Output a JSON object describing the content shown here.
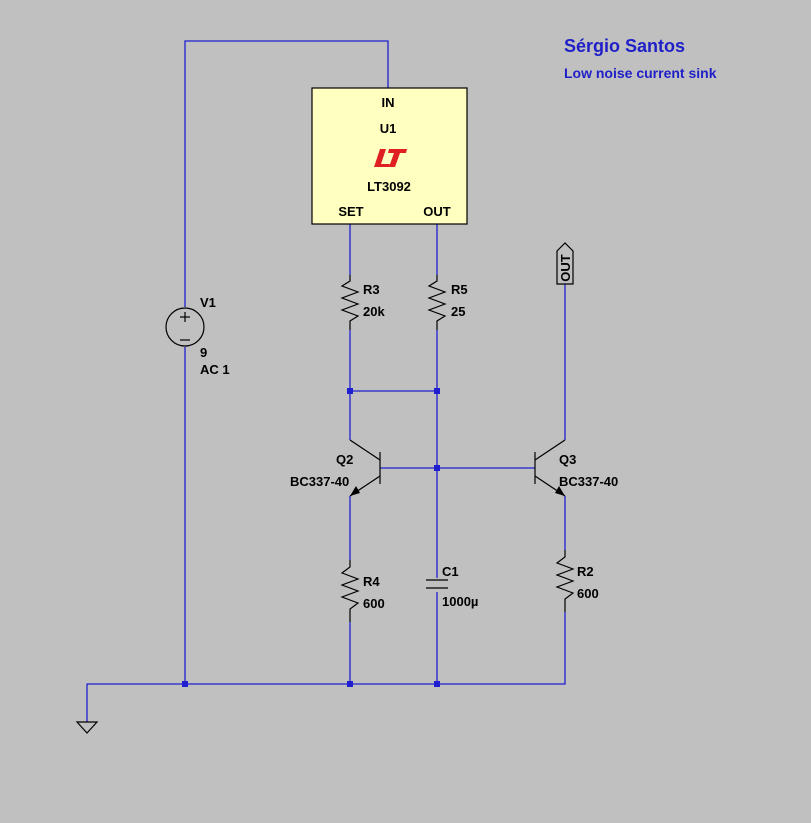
{
  "header": {
    "author": "Sérgio Santos",
    "subtitle": "Low noise current sink"
  },
  "regulator": {
    "ref": "U1",
    "part": "LT3092",
    "pin_in": "IN",
    "pin_set": "SET",
    "pin_out": "OUT",
    "logo_color": "#e02020"
  },
  "source": {
    "ref": "V1",
    "value": "9",
    "ac": "AC 1"
  },
  "resistors": {
    "r3": {
      "ref": "R3",
      "value": "20k"
    },
    "r5": {
      "ref": "R5",
      "value": "25"
    },
    "r4": {
      "ref": "R4",
      "value": "600"
    },
    "r2": {
      "ref": "R2",
      "value": "600"
    }
  },
  "transistors": {
    "q2": {
      "ref": "Q2",
      "part": "BC337-40"
    },
    "q3": {
      "ref": "Q3",
      "part": "BC337-40"
    }
  },
  "capacitor": {
    "ref": "C1",
    "value": "1000µ"
  },
  "output_port": {
    "label": "OUT"
  },
  "colors": {
    "background": "#c0c0c0",
    "wire": "#1f1fd0",
    "component_fill": "#ffffc0",
    "title": "#2020c8"
  }
}
